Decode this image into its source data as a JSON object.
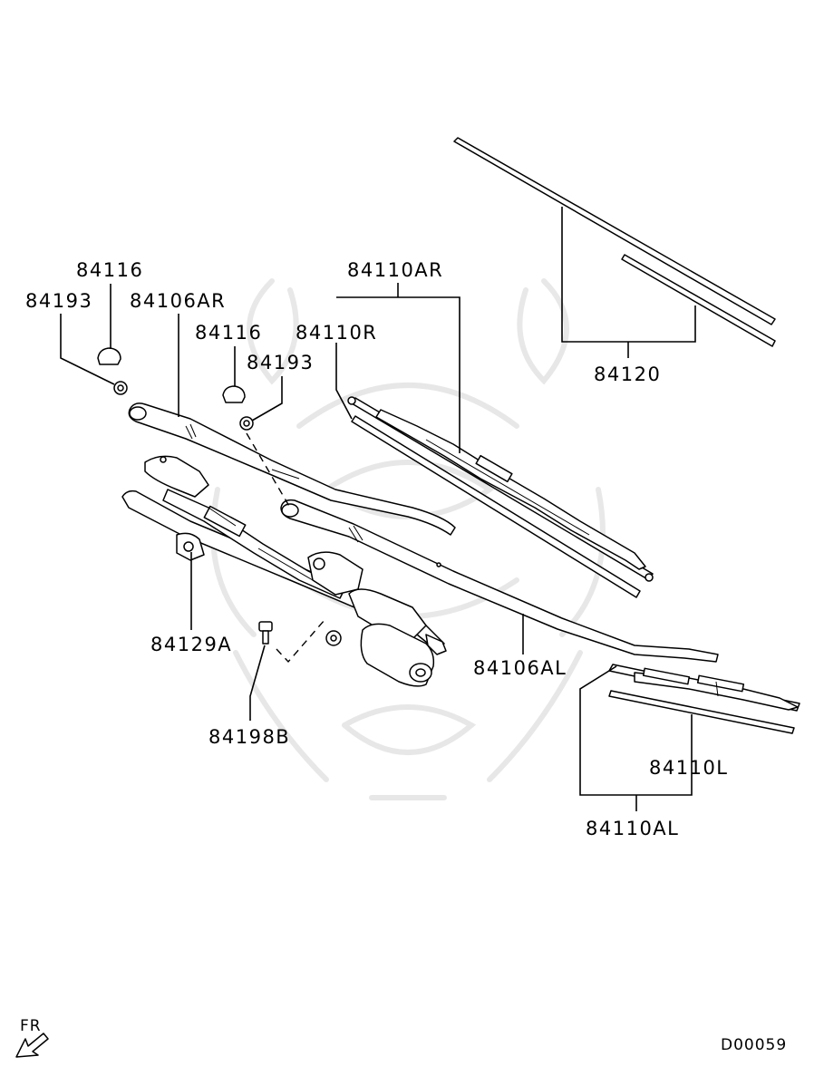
{
  "labels": {
    "p84116_a": "84116",
    "p84193_a": "84193",
    "p84106AR": "84106AR",
    "p84116_b": "84116",
    "p84193_b": "84193",
    "p84110R": "84110R",
    "p84110AR": "84110AR",
    "p84120": "84120",
    "p84129A": "84129A",
    "p84198B": "84198B",
    "p84106AL": "84106AL",
    "p84110L": "84110L",
    "p84110AL": "84110AL"
  },
  "direction": "FR",
  "diagram_code": "D00059"
}
